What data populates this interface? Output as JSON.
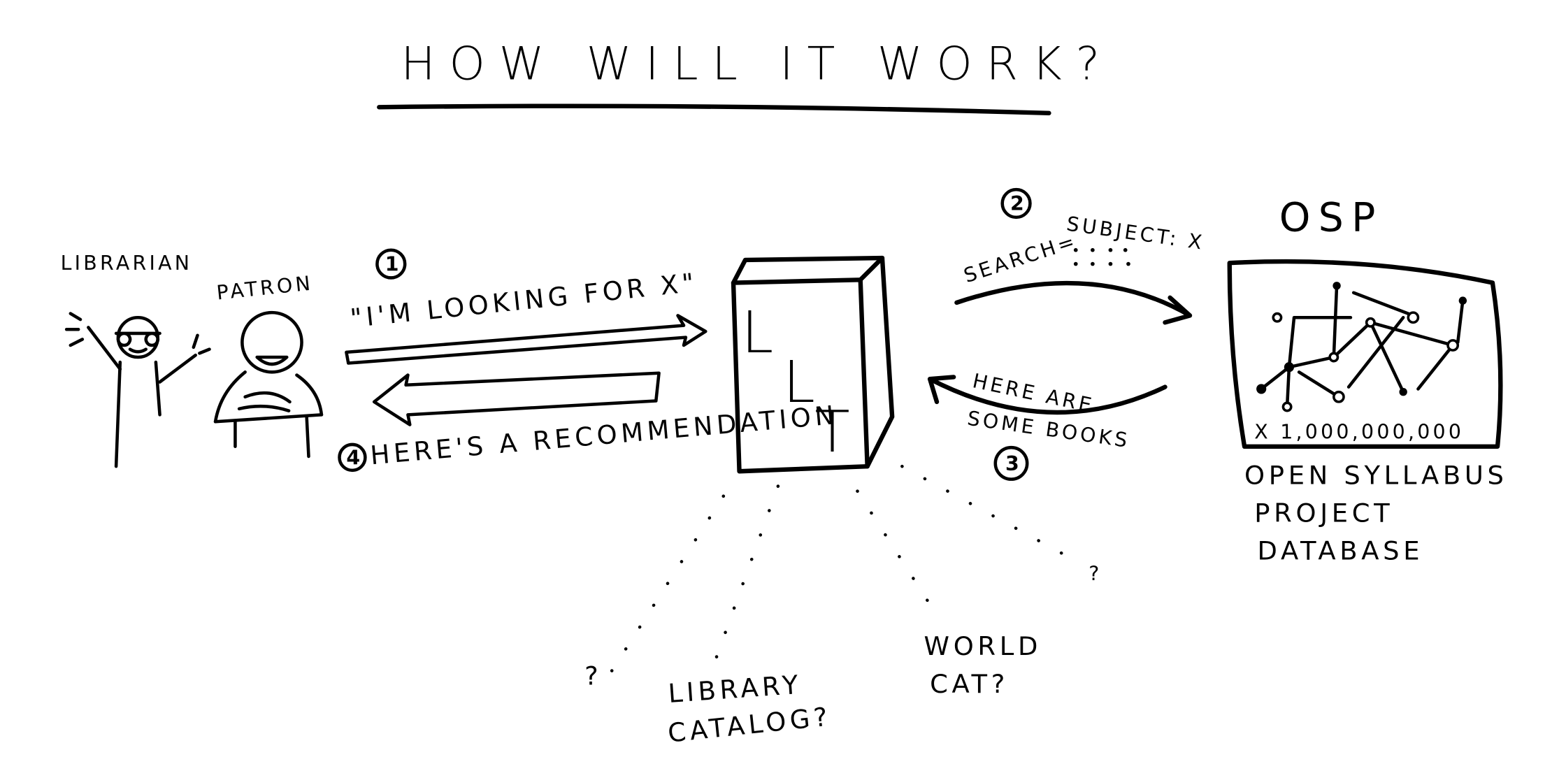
{
  "title": "HOW WILL IT WORK?",
  "actors": {
    "librarian": "LIBRARIAN",
    "patron": "PATRON"
  },
  "steps": [
    {
      "number": "1",
      "text": "\"I'M LOOKING FOR X\""
    },
    {
      "number": "2",
      "search_label": "SEARCH=",
      "subject_label": "SUBJECT: X"
    },
    {
      "number": "3",
      "line1": "HERE ARE",
      "line2": "SOME BOOKS"
    },
    {
      "number": "4",
      "text": "HERE'S A RECOMMENDATION"
    }
  ],
  "llt_box": {
    "letters": [
      "L",
      "L",
      "T"
    ]
  },
  "osp": {
    "acronym": "OSP",
    "count": "X 1,000,000,000",
    "name_lines": [
      "OPEN SYLLABUS",
      "PROJECT",
      "DATABASE"
    ]
  },
  "sources": [
    {
      "label_lines": [
        "?"
      ]
    },
    {
      "label_lines": [
        "LIBRARY",
        "CATALOG?"
      ]
    },
    {
      "label_lines": [
        "WORLD",
        "CAT?"
      ]
    },
    {
      "label_lines": [
        "?"
      ]
    }
  ]
}
